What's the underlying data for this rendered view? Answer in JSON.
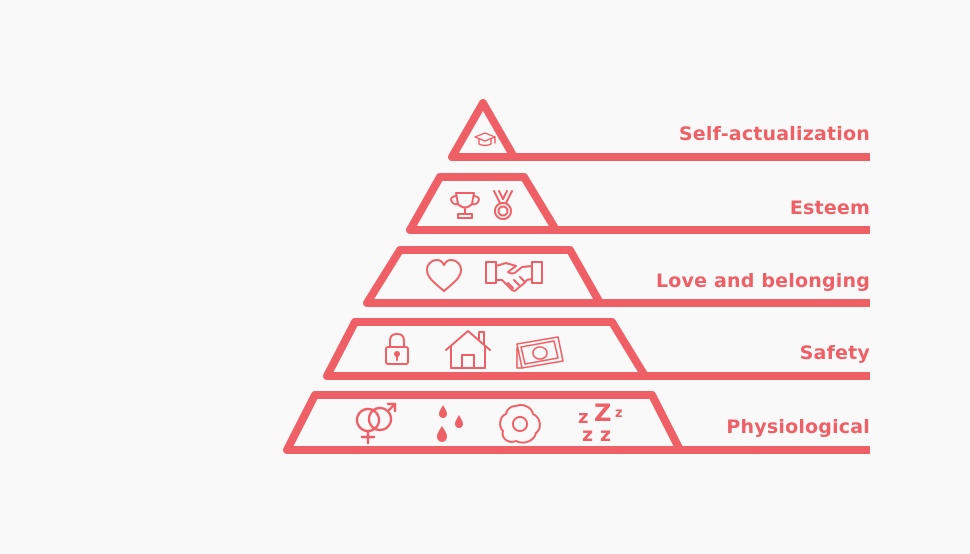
{
  "diagram": {
    "accent_color": "#ef5f66",
    "background_color": "#f9f9f9",
    "levels": [
      {
        "label": "Self-actualization",
        "icons": [
          "graduation-cap-icon"
        ]
      },
      {
        "label": "Esteem",
        "icons": [
          "trophy-icon",
          "medal-icon"
        ]
      },
      {
        "label": "Love and belonging",
        "icons": [
          "heart-icon",
          "handshake-icon"
        ]
      },
      {
        "label": "Safety",
        "icons": [
          "padlock-icon",
          "house-icon",
          "money-icon"
        ]
      },
      {
        "label": "Physiological",
        "icons": [
          "gender-symbols-icon",
          "water-drops-icon",
          "fried-egg-icon",
          "sleep-zzz-icon"
        ]
      }
    ]
  }
}
